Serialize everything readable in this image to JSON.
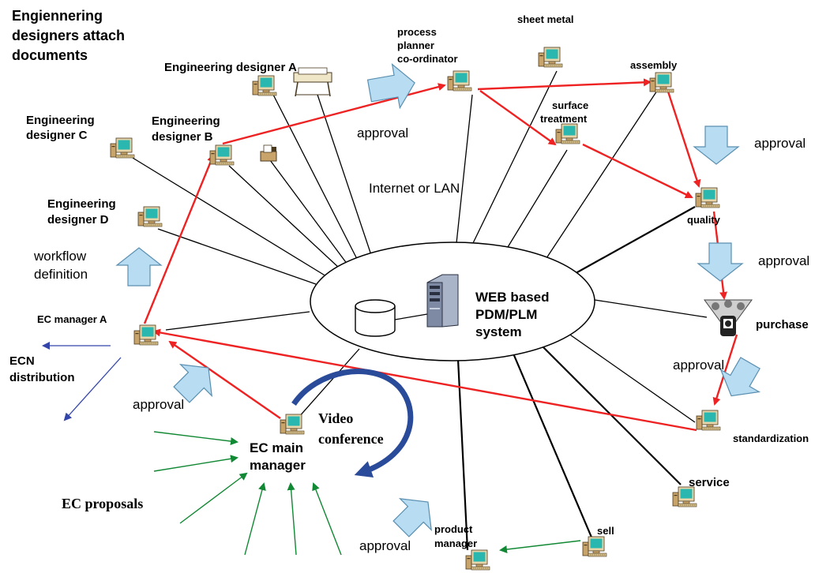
{
  "labels": {
    "title": [
      "Engiennering",
      "designers attach",
      "documents"
    ],
    "eng_a": "Engineering designer A",
    "eng_b": [
      "Engineering",
      "designer B"
    ],
    "eng_c": [
      "Engineering",
      "designer C"
    ],
    "eng_d": [
      "Engineering",
      "designer D"
    ],
    "process_planner": [
      "process",
      "planner",
      "co-ordinator"
    ],
    "sheet_metal": "sheet metal",
    "assembly": "assembly",
    "surface": [
      "surface",
      "treatment"
    ],
    "quality": "quality",
    "purchase": "purchase",
    "standardization": "standardization",
    "service": "service",
    "sell": "sell",
    "product_manager": [
      "product",
      "manager"
    ],
    "ec_manager_a": "EC manager A",
    "ecn": [
      "ECN",
      "distribution"
    ],
    "ec_main": [
      "EC main",
      "manager"
    ],
    "video": [
      "Video",
      "conference"
    ],
    "ec_proposals": "EC proposals",
    "internet": "Internet or LAN",
    "workflow": [
      "workflow",
      "definition"
    ],
    "server": [
      "WEB based",
      "PDM/PLM",
      "system"
    ],
    "approval": "approval"
  },
  "colors": {
    "flow_red": "#ee2222",
    "link_black": "#000000",
    "arrow_fill": "#b8dcf2",
    "arrow_stroke": "#5a8fb0",
    "ecn_blue": "#3344aa",
    "proposal_green": "#118833",
    "video_blue": "#2a4a9a",
    "monitor_screen": "#2ab7b0"
  }
}
